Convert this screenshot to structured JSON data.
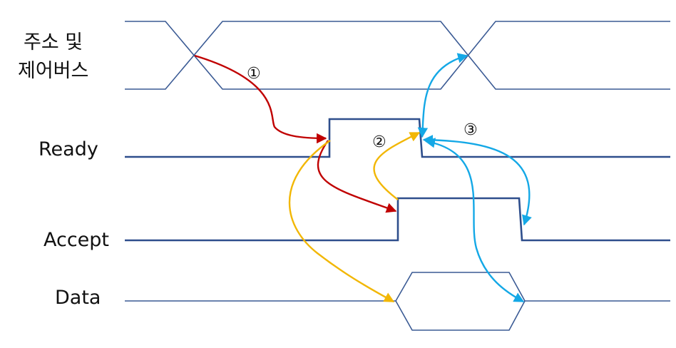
{
  "signals": {
    "addr_line1": "주소 및",
    "addr_line2": "제어버스",
    "ready": "Ready",
    "accept": "Accept",
    "data": "Data"
  },
  "steps": {
    "s1": "①",
    "s2": "②",
    "s3": "③"
  },
  "colors": {
    "waveform": "#2e4e8c",
    "bus_outline": "#3a5a94",
    "step1_arrow": "#c00000",
    "step2_arrow": "#f2b705",
    "step3_arrow": "#14a8e6"
  }
}
